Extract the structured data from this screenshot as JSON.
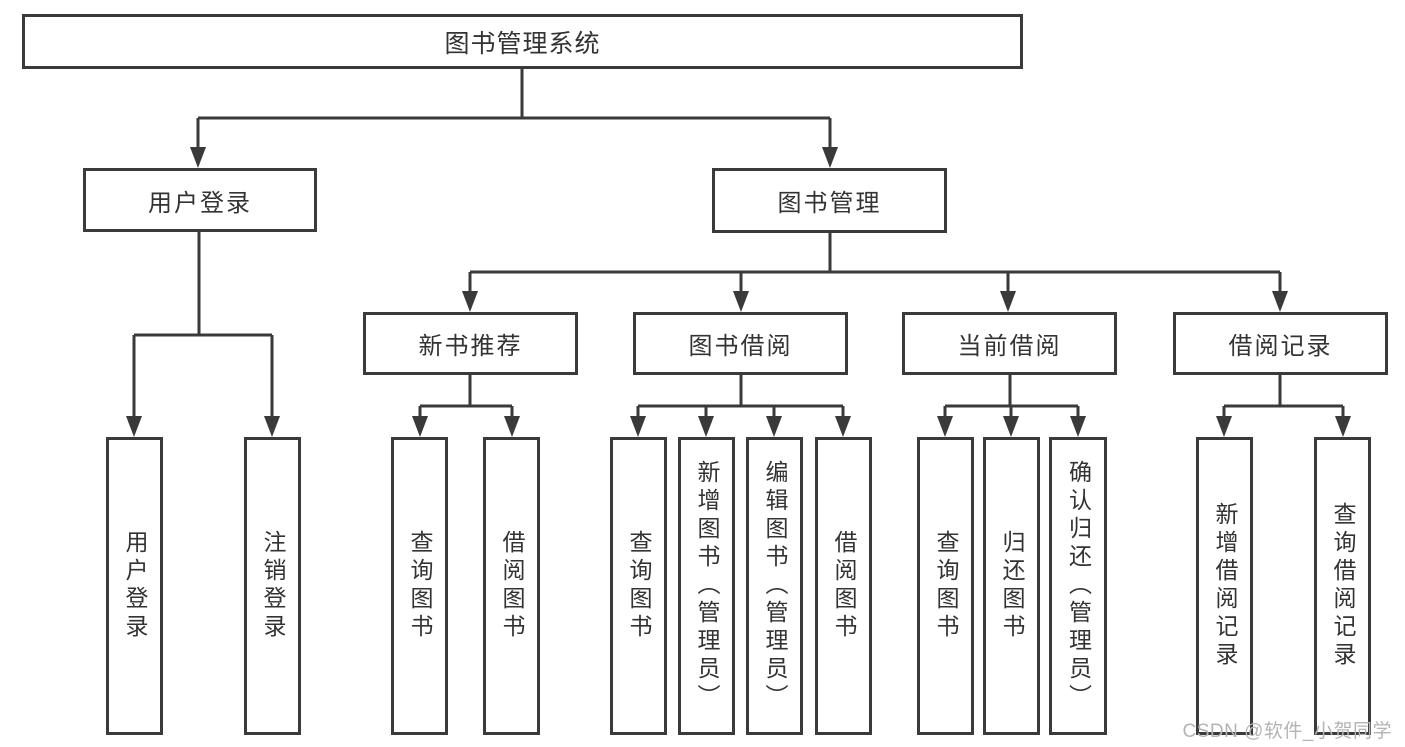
{
  "diagram": {
    "root": {
      "label": "图书管理系统"
    },
    "level2": [
      {
        "label": "用户登录"
      },
      {
        "label": "图书管理"
      }
    ],
    "level3": [
      {
        "label": "新书推荐"
      },
      {
        "label": "图书借阅"
      },
      {
        "label": "当前借阅"
      },
      {
        "label": "借阅记录"
      }
    ],
    "leaves": {
      "user_login": [
        "用户登录",
        "注销登录"
      ],
      "new_book_recommend": [
        "查询图书",
        "借阅图书"
      ],
      "book_borrow": [
        "查询图书",
        "新增图书（管理员）",
        "编辑图书（管理员）",
        "借阅图书"
      ],
      "current_borrow": [
        "查询图书",
        "归还图书",
        "确认归还（管理员）"
      ],
      "borrow_records": [
        "新增借阅记录",
        "查询借阅记录"
      ]
    }
  },
  "watermark": {
    "text": "CSDN @软件_小贺同学"
  },
  "colors": {
    "line": "#3a3a3a",
    "text": "#333333",
    "watermark": "#b4b4b4",
    "background": "#ffffff"
  }
}
